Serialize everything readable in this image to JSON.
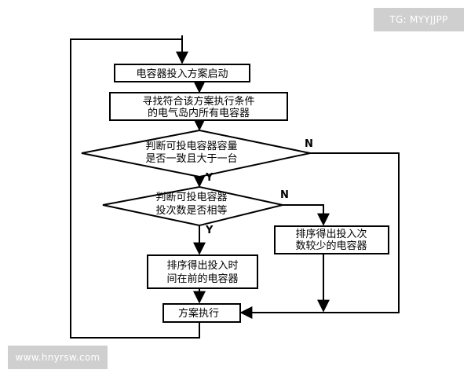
{
  "watermarks": {
    "top_right": "TG: MYYJJPP",
    "bottom_left": "www.hnyrsw.com"
  },
  "flowchart": {
    "start_box": "电容器投入方案启动",
    "find_box": {
      "line1": "寻找符合该方案执行条件",
      "line2": "的电气岛内所有电容器"
    },
    "decision1": {
      "line1": "判断可投电容器容量",
      "line2": "是否一致且大于一台"
    },
    "decision2": {
      "line1": "判断可投电容器",
      "line2": "投次数是否相等"
    },
    "sort_time_box": {
      "line1": "排序得出投入时",
      "line2": "间在前的电容器"
    },
    "sort_count_box": {
      "line1": "排序得出投入次",
      "line2": "数较少的电容器"
    },
    "execute_box": "方案执行",
    "yes_label": "Y",
    "no_label": "N"
  }
}
